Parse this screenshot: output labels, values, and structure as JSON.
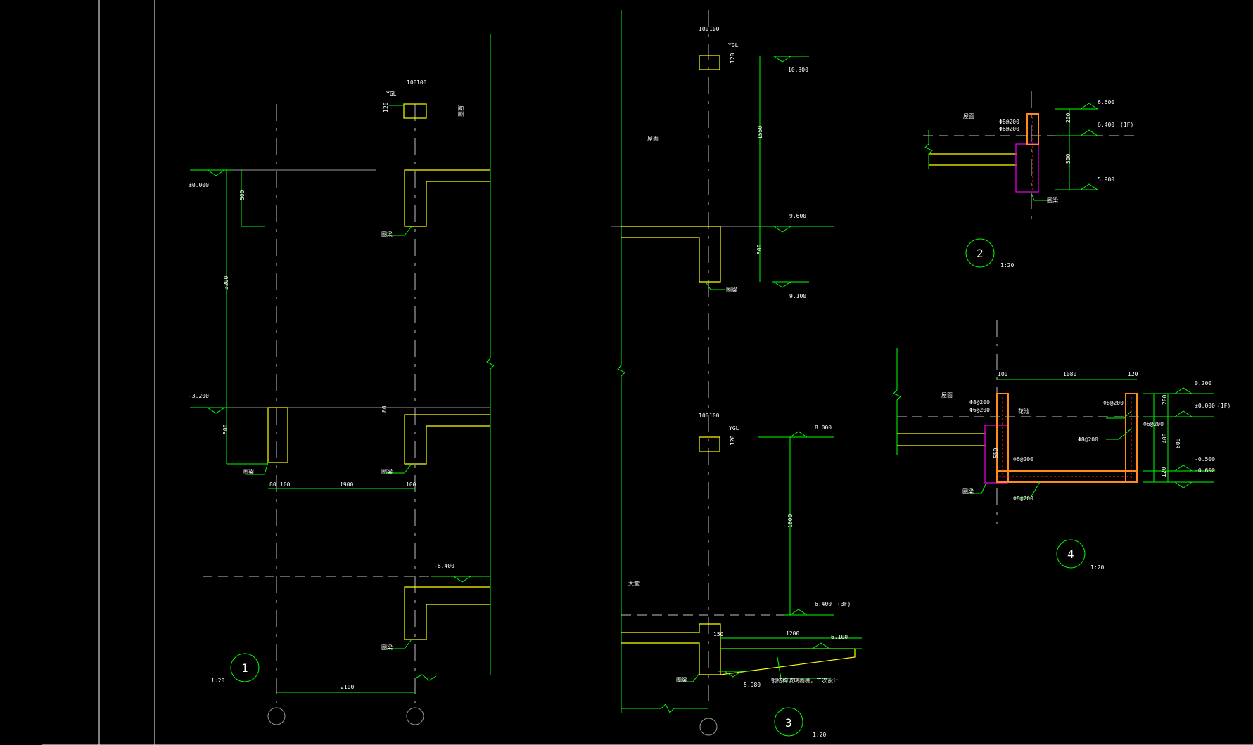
{
  "detail_1": {
    "marker": "1",
    "scale": "1:20",
    "elevations": [
      "±0.000",
      "-3.200",
      "-6.400"
    ],
    "dims": {
      "top": [
        "100",
        "100"
      ],
      "beam_h": "120",
      "d500a": "500",
      "d3200": "3200",
      "d500b": "500",
      "d80": "80",
      "bottom": [
        "80",
        "100",
        "1900",
        "100"
      ],
      "d2100": "2100"
    },
    "tags": [
      "YGL",
      "屋面",
      "圈梁",
      "圈梁",
      "圈梁",
      "圈梁"
    ]
  },
  "detail_2": {
    "marker": "2",
    "scale": "1:20",
    "elevations": [
      "6.600",
      "6.400",
      "(1F)",
      "5.900"
    ],
    "dims": [
      "200",
      "500"
    ],
    "rebar": [
      "Φ8@200",
      "Φ6@200"
    ],
    "tags": [
      "屋面",
      "圈梁"
    ]
  },
  "detail_3": {
    "marker": "3",
    "scale": "1:20",
    "elevations": [
      "10.300",
      "9.600",
      "9.100",
      "8.000",
      "6.400",
      "(3F)",
      "6.100",
      "5.980"
    ],
    "dims": [
      "100",
      "100",
      "120",
      "1550",
      "500",
      "100",
      "100",
      "120",
      "1600",
      "150",
      "1200"
    ],
    "tags": [
      "YGL",
      "屋面",
      "圈梁",
      "YGL",
      "大堂",
      "圈梁"
    ],
    "note": "钢结构玻璃雨棚，二次设计"
  },
  "detail_4": {
    "marker": "4",
    "scale": "1:20",
    "elevations": [
      "0.200",
      "±0.000",
      "(1F)",
      "-0.500",
      "-0.600"
    ],
    "dims_top": [
      "100",
      "1080",
      "120"
    ],
    "dims_right": [
      "200",
      "400",
      "120",
      "600"
    ],
    "dim_left": "550",
    "rebar": [
      "Φ8@200",
      "Φ6@200",
      "Φ8@200",
      "Φ6@200",
      "Φ8@200",
      "Φ6@200",
      "Φ8@200"
    ],
    "tags": [
      "屋面",
      "花池",
      "圈梁"
    ]
  }
}
